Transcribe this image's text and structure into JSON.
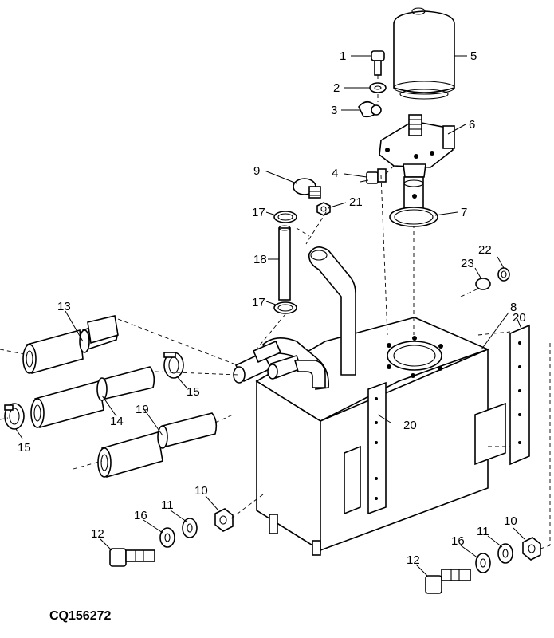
{
  "diagram": {
    "drawing_code": "CQ156272",
    "callouts": [
      "1",
      "2",
      "3",
      "4",
      "5",
      "6",
      "7",
      "8",
      "9",
      "10",
      "11",
      "12",
      "13",
      "14",
      "15",
      "16",
      "17",
      "18",
      "19",
      "20",
      "21",
      "22",
      "23"
    ],
    "repeat_labels": [
      "10",
      "11",
      "12",
      "15",
      "16",
      "17",
      "20"
    ]
  }
}
